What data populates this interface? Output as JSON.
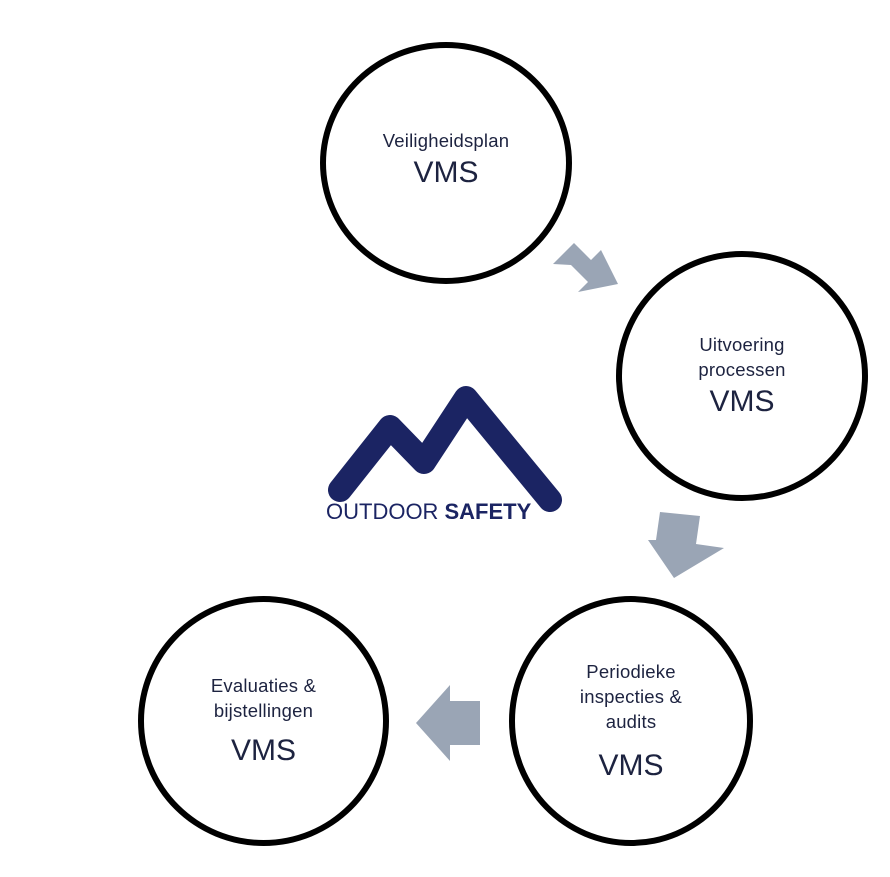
{
  "steps": [
    {
      "label_lines": [
        "Veiligheidsplan"
      ],
      "tag": "VMS"
    },
    {
      "label_lines": [
        "Uitvoering",
        "processen"
      ],
      "tag": "VMS"
    },
    {
      "label_lines": [
        "Periodieke",
        "inspecties &",
        "audits"
      ],
      "tag": "VMS"
    },
    {
      "label_lines": [
        "Evaluaties &",
        "bijstellingen"
      ],
      "tag": "VMS"
    }
  ],
  "logo": {
    "word1": "OUTDOOR",
    "word2": "SAFETY",
    "color": "#1b2463"
  },
  "colors": {
    "arrow": "#9aa5b5",
    "circle_border": "#000000",
    "text": "#1d2340"
  }
}
